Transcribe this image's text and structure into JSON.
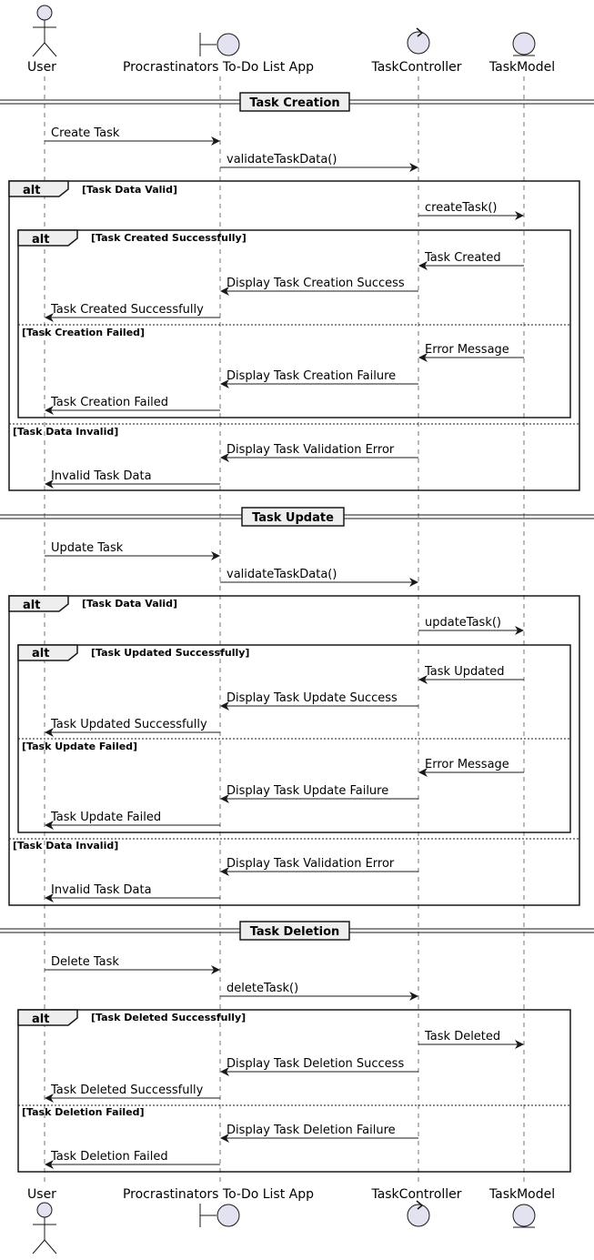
{
  "participants": [
    {
      "id": "user",
      "name": "User",
      "kind": "actor"
    },
    {
      "id": "app",
      "name": "Procrastinators To-Do List App",
      "kind": "boundary"
    },
    {
      "id": "ctrl",
      "name": "TaskController",
      "kind": "control"
    },
    {
      "id": "model",
      "name": "TaskModel",
      "kind": "entity"
    }
  ],
  "dividers": [
    {
      "label": "Task Creation"
    },
    {
      "label": "Task Update"
    },
    {
      "label": "Task Deletion"
    }
  ],
  "fragments": [
    {
      "keyword": "alt",
      "condition": "[Task Data Valid]",
      "else_condition": "[Task Data Invalid]"
    },
    {
      "keyword": "alt",
      "condition": "[Task Created Successfully]",
      "else_condition": "[Task Creation Failed]"
    },
    {
      "keyword": "alt",
      "condition": "[Task Data Valid]",
      "else_condition": "[Task Data Invalid]"
    },
    {
      "keyword": "alt",
      "condition": "[Task Updated Successfully]",
      "else_condition": "[Task Update Failed]"
    },
    {
      "keyword": "alt",
      "condition": "[Task Deleted Successfully]",
      "else_condition": "[Task Deletion Failed]"
    }
  ],
  "messages": [
    {
      "from": "user",
      "to": "app",
      "label": "Create Task"
    },
    {
      "from": "app",
      "to": "ctrl",
      "label": "validateTaskData()"
    },
    {
      "from": "ctrl",
      "to": "model",
      "label": "createTask()"
    },
    {
      "from": "model",
      "to": "ctrl",
      "label": "Task Created"
    },
    {
      "from": "ctrl",
      "to": "app",
      "label": "Display Task Creation Success"
    },
    {
      "from": "app",
      "to": "user",
      "label": "Task Created Successfully"
    },
    {
      "from": "model",
      "to": "ctrl",
      "label": "Error Message"
    },
    {
      "from": "ctrl",
      "to": "app",
      "label": "Display Task Creation Failure"
    },
    {
      "from": "app",
      "to": "user",
      "label": "Task Creation Failed"
    },
    {
      "from": "ctrl",
      "to": "app",
      "label": "Display Task Validation Error"
    },
    {
      "from": "app",
      "to": "user",
      "label": "Invalid Task Data"
    },
    {
      "from": "user",
      "to": "app",
      "label": "Update Task"
    },
    {
      "from": "app",
      "to": "ctrl",
      "label": "validateTaskData()"
    },
    {
      "from": "ctrl",
      "to": "model",
      "label": "updateTask()"
    },
    {
      "from": "model",
      "to": "ctrl",
      "label": "Task Updated"
    },
    {
      "from": "ctrl",
      "to": "app",
      "label": "Display Task Update Success"
    },
    {
      "from": "app",
      "to": "user",
      "label": "Task Updated Successfully"
    },
    {
      "from": "model",
      "to": "ctrl",
      "label": "Error Message"
    },
    {
      "from": "ctrl",
      "to": "app",
      "label": "Display Task Update Failure"
    },
    {
      "from": "app",
      "to": "user",
      "label": "Task Update Failed"
    },
    {
      "from": "ctrl",
      "to": "app",
      "label": "Display Task Validation Error"
    },
    {
      "from": "app",
      "to": "user",
      "label": "Invalid Task Data"
    },
    {
      "from": "user",
      "to": "app",
      "label": "Delete Task"
    },
    {
      "from": "app",
      "to": "ctrl",
      "label": "deleteTask()"
    },
    {
      "from": "ctrl",
      "to": "model",
      "label": "Task Deleted"
    },
    {
      "from": "ctrl",
      "to": "app",
      "label": "Display Task Deletion Success"
    },
    {
      "from": "app",
      "to": "user",
      "label": "Task Deleted Successfully"
    },
    {
      "from": "ctrl",
      "to": "app",
      "label": "Display Task Deletion Failure"
    },
    {
      "from": "app",
      "to": "user",
      "label": "Task Deletion Failed"
    }
  ],
  "colors": {
    "participant_fill": "#e2e2f0",
    "participant_stroke": "#181818",
    "fragment_header_fill": "#eeeeee",
    "line": "#181818"
  }
}
